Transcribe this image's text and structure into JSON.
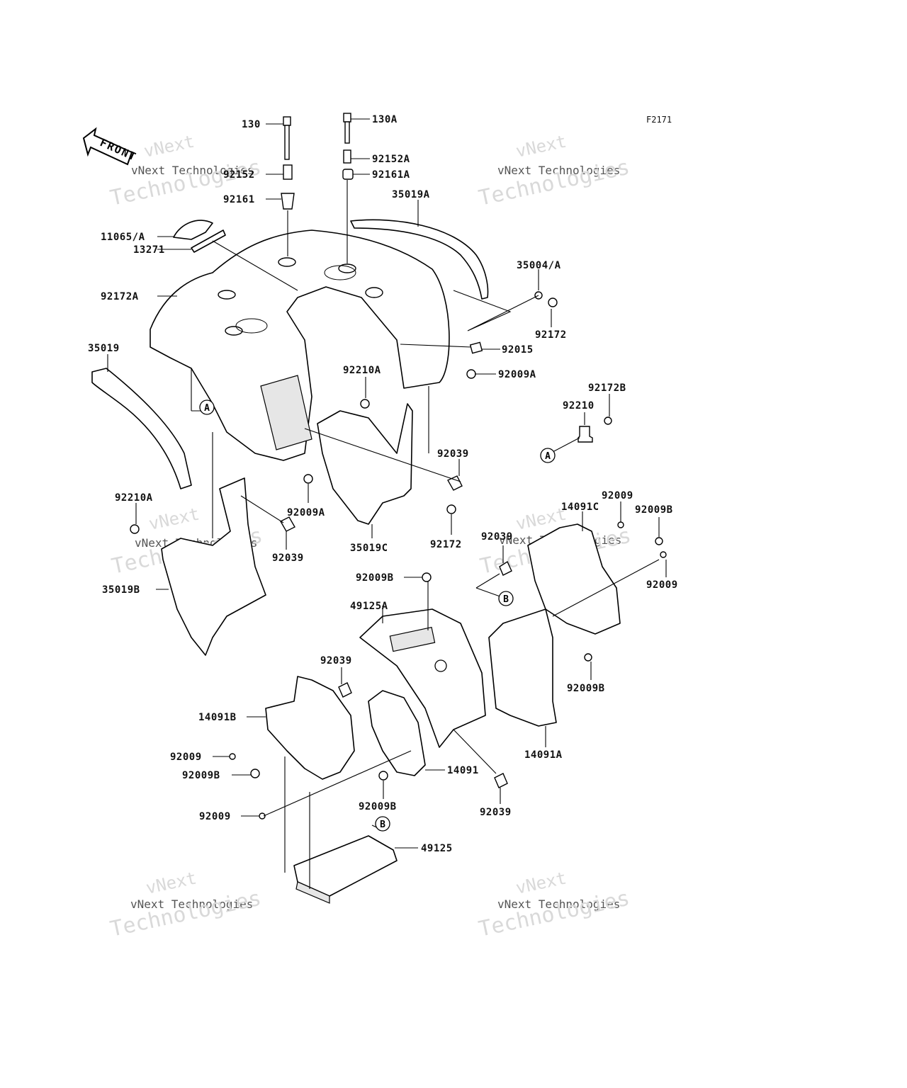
{
  "diagram": {
    "figure_code": "F2171",
    "front_label": "FRONT",
    "watermark": {
      "line1": "vNext",
      "line2": "vNext Technologies",
      "line3": "Technologies"
    },
    "callouts": [
      "A",
      "A",
      "B",
      "B"
    ],
    "part_labels": [
      "130",
      "130A",
      "92152",
      "92152A",
      "92161",
      "92161A",
      "35019A",
      "11065/A",
      "13271",
      "35004/A",
      "92172A",
      "92172",
      "92015",
      "35019",
      "92009A",
      "92210A",
      "92172B",
      "92210",
      "92039",
      "92009A",
      "92210A",
      "92039",
      "35019C",
      "92172",
      "35019B",
      "14091C",
      "92009",
      "92009B",
      "92039",
      "92009",
      "92009B",
      "49125A",
      "92039",
      "92009B",
      "14091B",
      "92009",
      "92009B",
      "14091",
      "14091A",
      "92009B",
      "92039",
      "92009",
      "49125"
    ]
  }
}
